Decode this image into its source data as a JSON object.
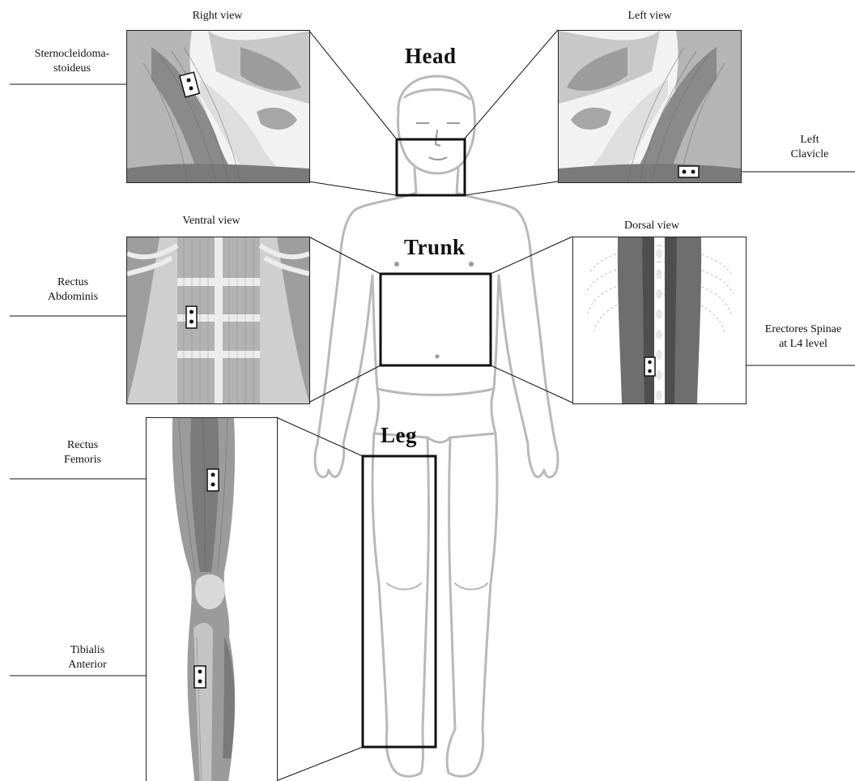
{
  "regions": {
    "head": "Head",
    "trunk": "Trunk",
    "leg": "Leg"
  },
  "views": {
    "right": "Right  view",
    "left": "Left  view",
    "ventral": "Ventral  view",
    "dorsal": "Dorsal  view"
  },
  "muscles": {
    "sternocleidomastoid_line1": "Sternocleidoma-",
    "sternocleidomastoid_line2": "stoideus",
    "left_clavicle_line1": "Left",
    "left_clavicle_line2": "Clavicle",
    "rectus_abdominis_line1": "Rectus",
    "rectus_abdominis_line2": "Abdominis",
    "erectores_spinae_line1": "Erectores  Spinae",
    "erectores_spinae_line2": "at L4 level",
    "rectus_femoris_line1": "Rectus",
    "rectus_femoris_line2": "Femoris",
    "tibialis_anterior_line1": "Tibialis",
    "tibialis_anterior_line2": "Anterior"
  },
  "colors": {
    "body_outline": "#b9b9b9",
    "frame": "#111111",
    "muscle_dark": "#5a5a5a",
    "muscle_light": "#d4d4d4"
  }
}
